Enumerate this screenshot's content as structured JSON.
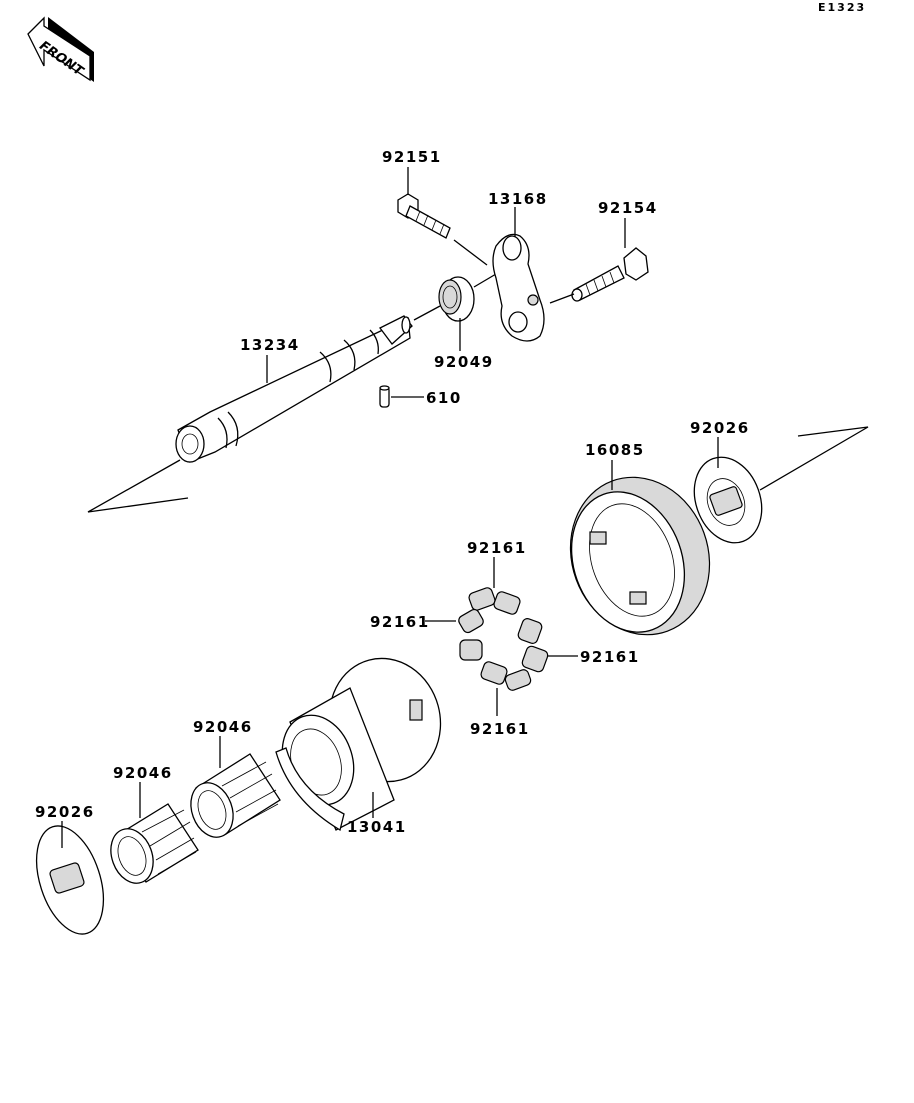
{
  "diagram": {
    "code": "E1323",
    "front_arrow_label": "FRONT",
    "parts": [
      {
        "id": "p92151",
        "number": "92151",
        "name": "bolt"
      },
      {
        "id": "p13168",
        "number": "13168",
        "name": "lever"
      },
      {
        "id": "p92154",
        "number": "92154",
        "name": "bolt"
      },
      {
        "id": "p92049",
        "number": "92049",
        "name": "oil-seal"
      },
      {
        "id": "p13234",
        "number": "13234",
        "name": "shaft"
      },
      {
        "id": "p610",
        "number": "610",
        "name": "pin"
      },
      {
        "id": "p92026a",
        "number": "92026",
        "name": "washer"
      },
      {
        "id": "p16085",
        "number": "16085",
        "name": "gear"
      },
      {
        "id": "p92161a",
        "number": "92161",
        "name": "damper"
      },
      {
        "id": "p92161b",
        "number": "92161",
        "name": "damper"
      },
      {
        "id": "p92161c",
        "number": "92161",
        "name": "damper"
      },
      {
        "id": "p92161d",
        "number": "92161",
        "name": "damper"
      },
      {
        "id": "p92046a",
        "number": "92046",
        "name": "needle-bearing"
      },
      {
        "id": "p92046b",
        "number": "92046",
        "name": "needle-bearing"
      },
      {
        "id": "p13041",
        "number": "13041",
        "name": "hub"
      },
      {
        "id": "p92026b",
        "number": "92026",
        "name": "washer"
      }
    ]
  }
}
